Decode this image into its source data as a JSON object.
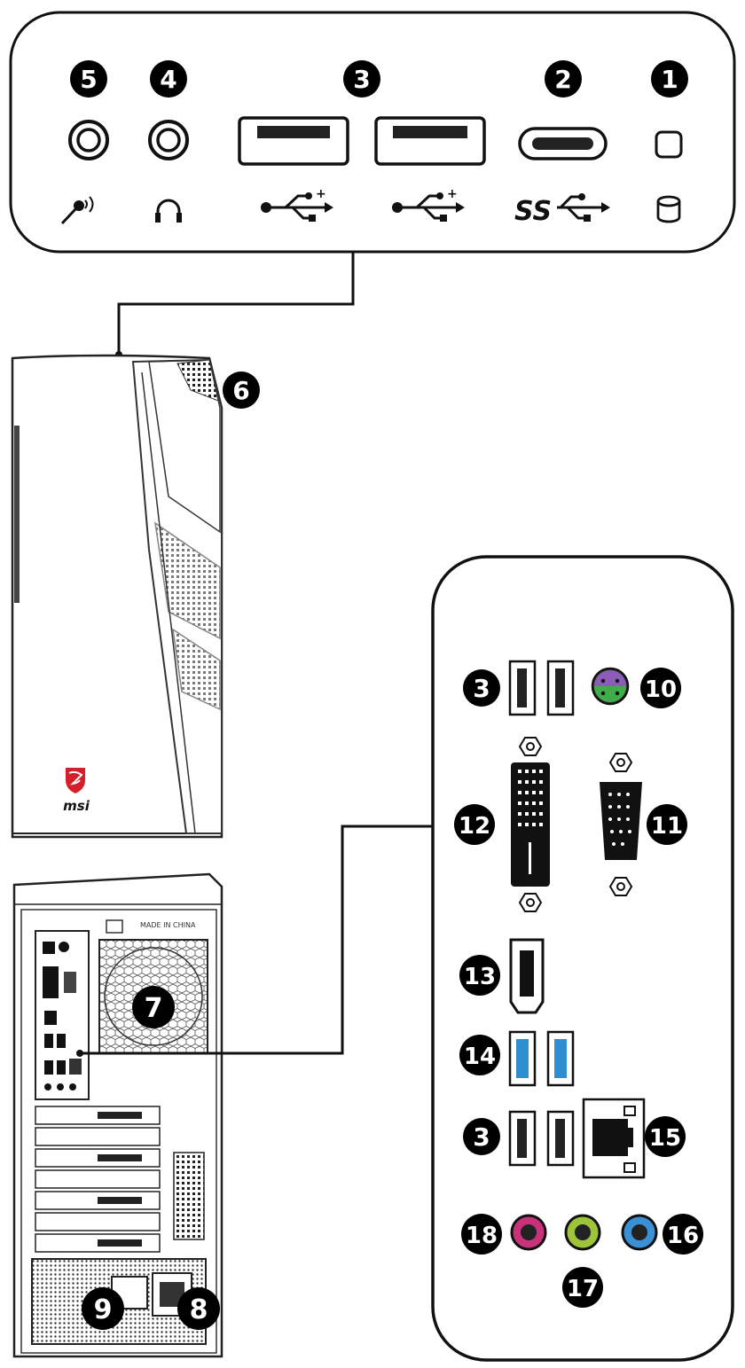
{
  "front_panel": {
    "callouts": [
      {
        "id": "1",
        "label": "1"
      },
      {
        "id": "2",
        "label": "2"
      },
      {
        "id": "3",
        "label": "3"
      },
      {
        "id": "4",
        "label": "4"
      },
      {
        "id": "5",
        "label": "5"
      }
    ],
    "ss_logo": "SS"
  },
  "tower": {
    "callout_top": "6",
    "brand": "msi"
  },
  "rear": {
    "callouts": {
      "fan": "7",
      "power_in": "8",
      "power_switch": "9"
    },
    "made_in": "MADE IN CHINA"
  },
  "io_panel": {
    "callouts": [
      {
        "id": "3a",
        "label": "3"
      },
      {
        "id": "10",
        "label": "10"
      },
      {
        "id": "12",
        "label": "12"
      },
      {
        "id": "11",
        "label": "11"
      },
      {
        "id": "13",
        "label": "13"
      },
      {
        "id": "14",
        "label": "14"
      },
      {
        "id": "3b",
        "label": "3"
      },
      {
        "id": "15",
        "label": "15"
      },
      {
        "id": "18",
        "label": "18"
      },
      {
        "id": "17",
        "label": "17"
      },
      {
        "id": "16",
        "label": "16"
      }
    ]
  },
  "colors": {
    "usb3_blue": "#2e8fd0",
    "audio_pink": "#c8327a",
    "audio_green": "#9ec43a",
    "audio_blue": "#3b8fd4",
    "ps2_purple": "#8b5cb8",
    "ps2_green": "#3fae49",
    "msi_red": "#d4202a"
  }
}
